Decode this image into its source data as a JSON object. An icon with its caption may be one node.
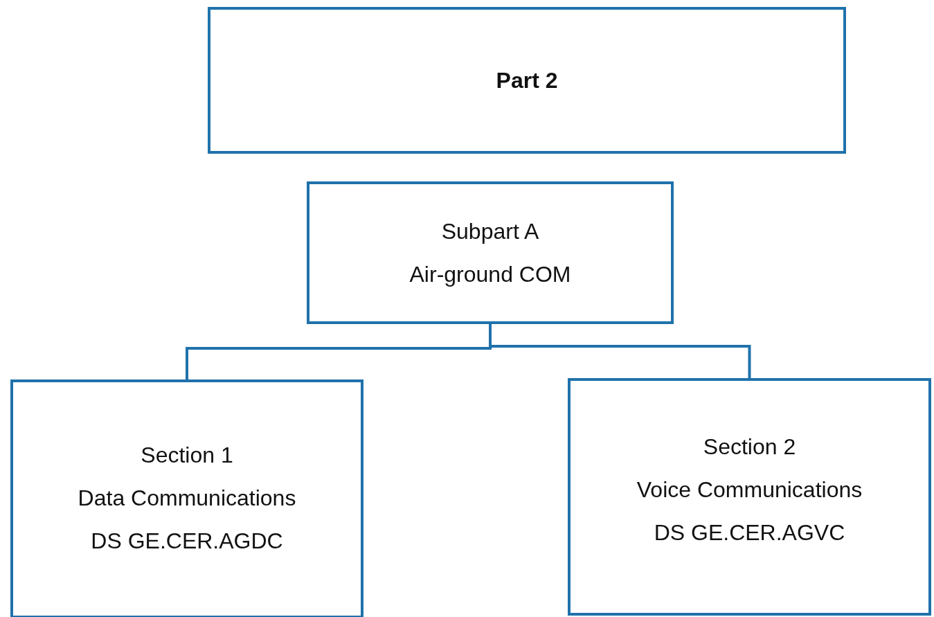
{
  "diagram": {
    "nodes": [
      {
        "text": [
          "Part 2"
        ]
      },
      {
        "text": [
          "Subpart A",
          "Air-ground COM"
        ]
      },
      {
        "text": [
          "Section 1",
          "Data Communications",
          "DS GE.CER.AGDC"
        ]
      },
      {
        "text": [
          "Section 2",
          "Voice Communications",
          "DS GE.CER.AGVC"
        ]
      }
    ],
    "edges": [
      {
        "from": 1,
        "to": 2,
        "arrow": "none"
      },
      {
        "from": 1,
        "to": 3,
        "arrow": "none"
      }
    ]
  }
}
